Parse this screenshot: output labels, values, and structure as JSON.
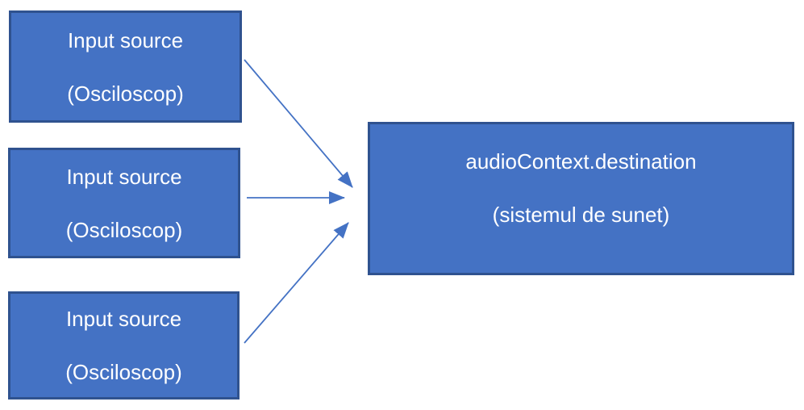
{
  "diagram": {
    "title": "Audio routing diagram: multiple input sources merged into audioContext.destination",
    "colors": {
      "box_fill": "#4472C4",
      "box_border": "#2F528F",
      "text": "#FFFFFF",
      "arrow": "#4472C4",
      "background": "#FFFFFF"
    },
    "sources": [
      {
        "line1": "Input source",
        "line2": "(Osciloscop)"
      },
      {
        "line1": "Input source",
        "line2": "(Osciloscop)"
      },
      {
        "line1": "Input source",
        "line2": "(Osciloscop)"
      }
    ],
    "destination": {
      "line1": "audioContext.destination",
      "line2": "(sistemul de sunet)"
    },
    "edges": [
      {
        "from": "input-source-1",
        "to": "destination"
      },
      {
        "from": "input-source-2",
        "to": "destination"
      },
      {
        "from": "input-source-3",
        "to": "destination"
      }
    ]
  }
}
